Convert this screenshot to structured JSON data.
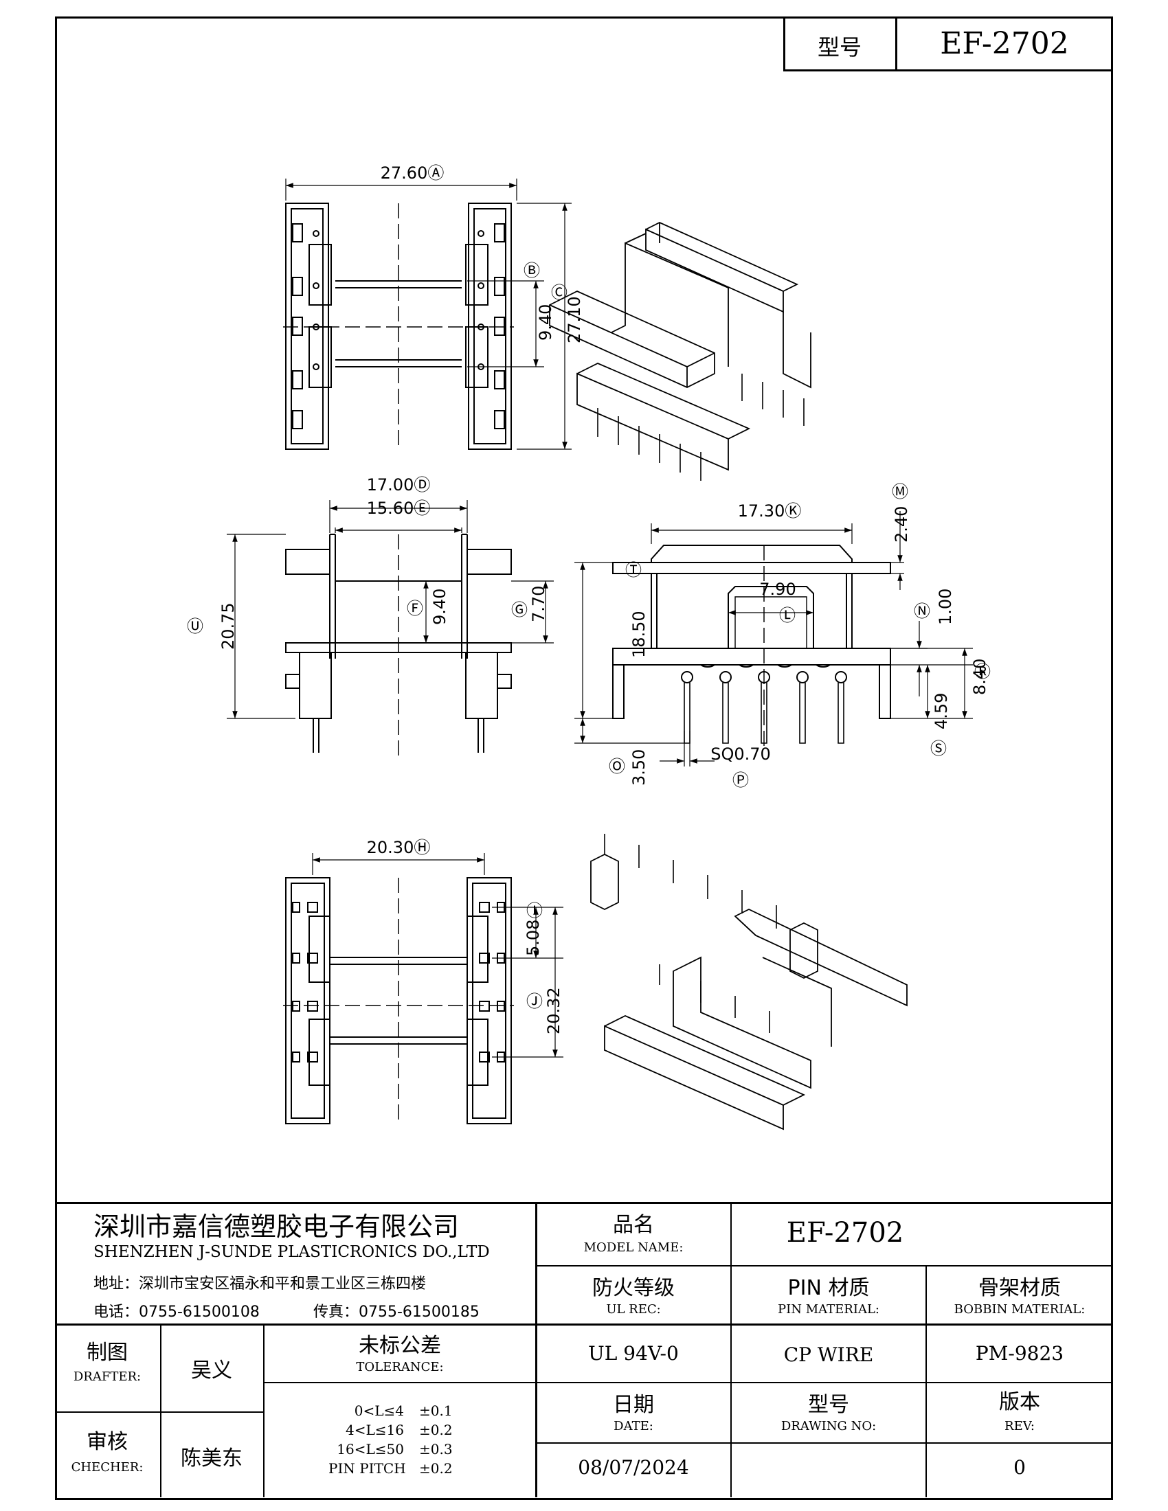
{
  "title_block_top": {
    "label": "型号",
    "value": "EF-2702"
  },
  "company": {
    "name_cn": "深圳市嘉信德塑胶电子有限公司",
    "name_en": "SHENZHEN J-SUNDE PLASTICRONICS DO.,LTD",
    "address": "地址：深圳市宝安区福永和平和景工业区三栋四楼",
    "phone": "电话：0755-61500108",
    "fax": "传真：0755-61500185"
  },
  "fields": {
    "model_cn": "品名",
    "model_en": "MODEL NAME:",
    "model_value": "EF-2702",
    "ul_cn": "防火等级",
    "ul_en": "UL REC:",
    "ul_value": "UL 94V-0",
    "pin_cn": "PIN 材质",
    "pin_en": "PIN MATERIAL:",
    "pin_value": "CP WIRE",
    "bobbin_cn": "骨架材质",
    "bobbin_en": "BOBBIN MATERIAL:",
    "bobbin_value": "PM-9823",
    "drafter_cn": "制图",
    "drafter_en": "DRAFTER:",
    "drafter_value": "吴义",
    "checker_cn": "审核",
    "checker_en": "CHECHER:",
    "checker_value": "陈美东",
    "tol_cn": "未标公差",
    "tol_en": "TOLERANCE:",
    "date_cn": "日期",
    "date_en": "DATE:",
    "date_value": "08/07/2024",
    "dwg_cn": "型号",
    "dwg_en": "DRAWING NO:",
    "dwg_value": "",
    "rev_cn": "版本",
    "rev_en": "REV:",
    "rev_value": "0"
  },
  "tolerances": [
    {
      "range": "0<L≤4",
      "value": "±0.1"
    },
    {
      "range": "4<L≤16",
      "value": "±0.2"
    },
    {
      "range": "16<L≤50",
      "value": "±0.3"
    },
    {
      "range": "PIN PITCH",
      "value": "±0.2"
    }
  ],
  "dimensions": {
    "A": "27.60",
    "B": "9.40",
    "C": "27.10",
    "D": "17.00",
    "E": "15.60",
    "F": "9.40",
    "G": "7.70",
    "U": "20.75",
    "K": "17.30",
    "M": "2.40",
    "L": "7.90",
    "N": "1.00",
    "T": "18.50",
    "R": "8.40",
    "S": "4.59",
    "O": "3.50",
    "P": "SQ0.70",
    "H": "20.30",
    "I": "5.08",
    "J": "20.32"
  },
  "dimension_letters": {
    "A": "A",
    "B": "B",
    "C": "C",
    "D": "D",
    "E": "E",
    "F": "F",
    "G": "G",
    "U": "U",
    "K": "K",
    "M": "M",
    "L": "L",
    "N": "N",
    "T": "T",
    "R": "R",
    "S": "S",
    "O": "O",
    "P": "P",
    "H": "H",
    "I": "I",
    "J": "J"
  }
}
